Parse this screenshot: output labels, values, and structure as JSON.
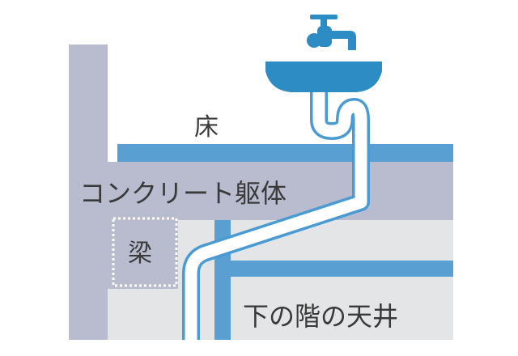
{
  "labels": {
    "floor": "床",
    "concrete": "コンクリート躯体",
    "beam": "梁",
    "ceiling": "下の階の天井"
  },
  "colors": {
    "structure": "#b9bccf",
    "ceiling_space": "#e4e5e7",
    "floor_band": "#5a9fd2",
    "pipe_outline": "#4a9bd3",
    "sink": "#2e8cc4",
    "beam_dotted": "#ffffff",
    "text": "#3a3a3a"
  },
  "icons": {
    "faucet": "faucet-icon",
    "sink": "sink-basin-icon"
  }
}
